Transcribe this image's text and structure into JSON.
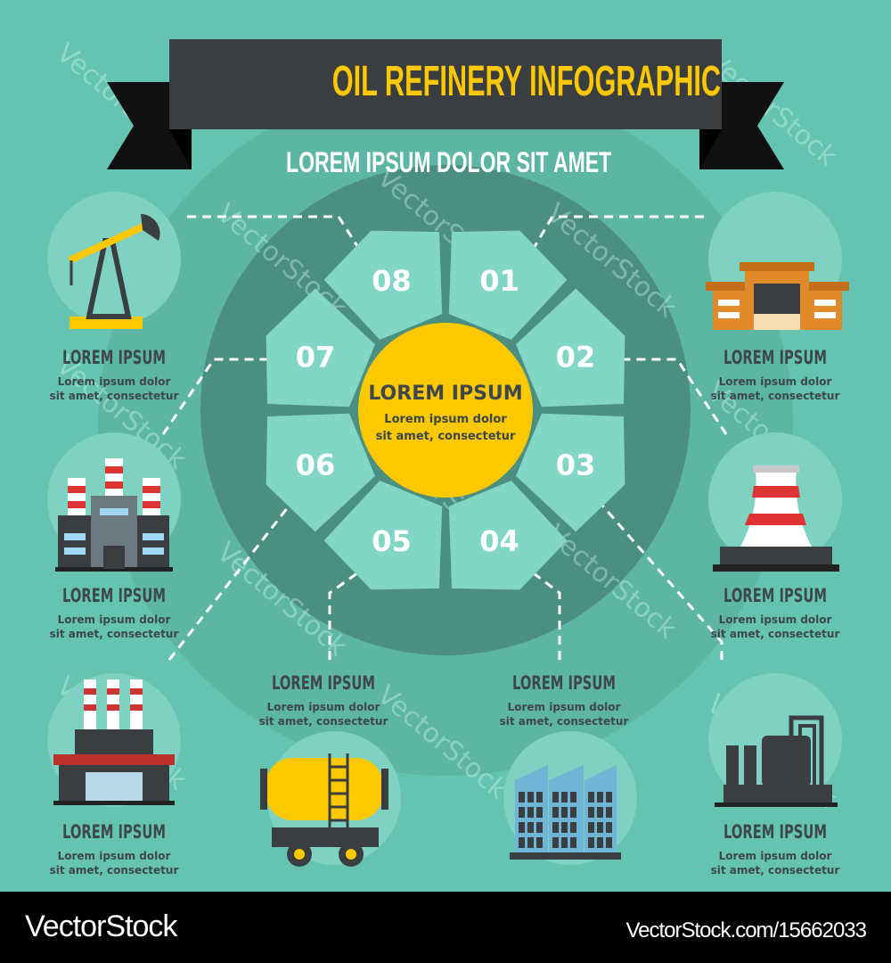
{
  "title": "OIL REFINERY INFOGRAPHIC",
  "subtitle": "LOREM IPSUM DOLOR SIT AMET",
  "center": {
    "heading": "LOREM IPSUM",
    "line1": "Lorem ipsum dolor",
    "line2": "sit amet, consectetur"
  },
  "segments": [
    "01",
    "02",
    "03",
    "04",
    "05",
    "06",
    "07",
    "08"
  ],
  "items": [
    {
      "icon": "oil-pump-icon",
      "heading": "LOREM IPSUM",
      "line1": "Lorem ipsum dolor",
      "line2": "sit amet, consectetur"
    },
    {
      "icon": "warehouse-icon",
      "heading": "LOREM IPSUM",
      "line1": "Lorem ipsum dolor",
      "line2": "sit amet, consectetur"
    },
    {
      "icon": "factory-icon",
      "heading": "LOREM IPSUM",
      "line1": "Lorem ipsum dolor",
      "line2": "sit amet, consectetur"
    },
    {
      "icon": "cooling-tower-icon",
      "heading": "LOREM IPSUM",
      "line1": "Lorem ipsum dolor",
      "line2": "sit amet, consectetur"
    },
    {
      "icon": "plant-chimneys-icon",
      "heading": "LOREM IPSUM",
      "line1": "Lorem ipsum dolor",
      "line2": "sit amet, consectetur"
    },
    {
      "icon": "refinery-tanks-icon",
      "heading": "LOREM IPSUM",
      "line1": "Lorem ipsum dolor",
      "line2": "sit amet, consectetur"
    },
    {
      "icon": "tank-trailer-icon",
      "heading": "LOREM IPSUM",
      "line1": "Lorem ipsum dolor",
      "line2": "sit amet, consectetur"
    },
    {
      "icon": "industrial-building-icon",
      "heading": "LOREM IPSUM",
      "line1": "Lorem ipsum dolor",
      "line2": "sit amet, consectetur"
    }
  ],
  "watermark": "VectorStock",
  "footer": {
    "brand": "VectorStock",
    "url": "VectorStock.com/15662033"
  },
  "colors": {
    "background": "#64c3b1",
    "ring": "#4b8f81",
    "segment": "#82d6c5",
    "center": "#fcc800",
    "banner": "#3b3e40",
    "title": "#fcc800",
    "text": "#3d474c"
  }
}
